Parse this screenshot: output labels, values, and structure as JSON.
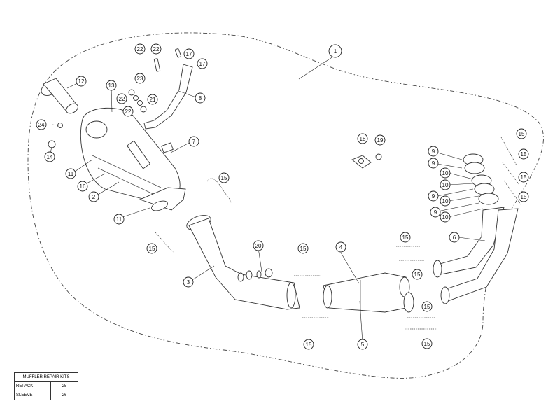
{
  "diagram": {
    "callouts": [
      {
        "id": "c-1",
        "label": "1"
      },
      {
        "id": "c-2",
        "label": "2"
      },
      {
        "id": "c-3",
        "label": "3"
      },
      {
        "id": "c-4",
        "label": "4"
      },
      {
        "id": "c-5",
        "label": "5"
      },
      {
        "id": "c-6",
        "label": "6"
      },
      {
        "id": "c-7",
        "label": "7"
      },
      {
        "id": "c-8",
        "label": "8"
      },
      {
        "id": "c-9a",
        "label": "9"
      },
      {
        "id": "c-9b",
        "label": "9"
      },
      {
        "id": "c-9c",
        "label": "9"
      },
      {
        "id": "c-9d",
        "label": "9"
      },
      {
        "id": "c-10a",
        "label": "10"
      },
      {
        "id": "c-10b",
        "label": "10"
      },
      {
        "id": "c-10c",
        "label": "10"
      },
      {
        "id": "c-10d",
        "label": "10"
      },
      {
        "id": "c-11a",
        "label": "11"
      },
      {
        "id": "c-11b",
        "label": "11"
      },
      {
        "id": "c-12",
        "label": "12"
      },
      {
        "id": "c-13",
        "label": "13"
      },
      {
        "id": "c-14",
        "label": "14"
      },
      {
        "id": "c-15a",
        "label": "15"
      },
      {
        "id": "c-15b",
        "label": "15"
      },
      {
        "id": "c-15c",
        "label": "15"
      },
      {
        "id": "c-15d",
        "label": "15"
      },
      {
        "id": "c-15e",
        "label": "15"
      },
      {
        "id": "c-15f",
        "label": "15"
      },
      {
        "id": "c-15g",
        "label": "15"
      },
      {
        "id": "c-15h",
        "label": "15"
      },
      {
        "id": "c-15i",
        "label": "15"
      },
      {
        "id": "c-15j",
        "label": "15"
      },
      {
        "id": "c-15k",
        "label": "15"
      },
      {
        "id": "c-15l",
        "label": "15"
      },
      {
        "id": "c-15m",
        "label": "15"
      },
      {
        "id": "c-16",
        "label": "16"
      },
      {
        "id": "c-17a",
        "label": "17"
      },
      {
        "id": "c-17b",
        "label": "17"
      },
      {
        "id": "c-18",
        "label": "18"
      },
      {
        "id": "c-19",
        "label": "19"
      },
      {
        "id": "c-20",
        "label": "20"
      },
      {
        "id": "c-21",
        "label": "21"
      },
      {
        "id": "c-22a",
        "label": "22"
      },
      {
        "id": "c-22b",
        "label": "22"
      },
      {
        "id": "c-22c",
        "label": "22"
      },
      {
        "id": "c-22d",
        "label": "22"
      },
      {
        "id": "c-23",
        "label": "23"
      },
      {
        "id": "c-24",
        "label": "24"
      }
    ]
  },
  "repair_kits": {
    "title": "MUFFLER REPAIR KITS",
    "rows": [
      {
        "name": "REPACK",
        "code": "25"
      },
      {
        "name": "SLEEVE",
        "code": "26"
      }
    ]
  }
}
